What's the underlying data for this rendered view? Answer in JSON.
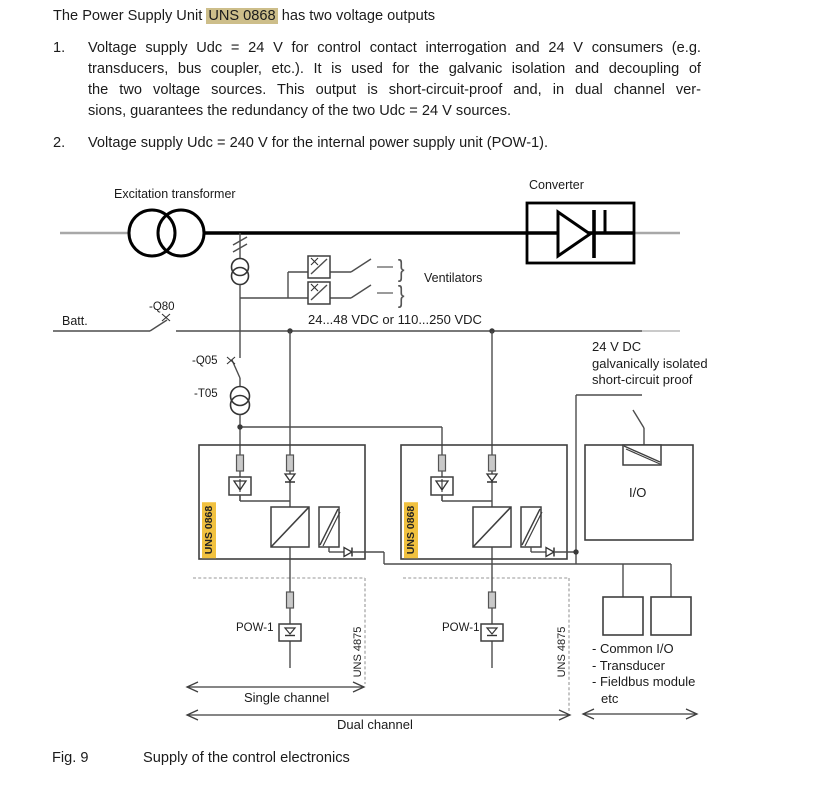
{
  "colors": {
    "highlight-bg": "#cdbe8a",
    "uns-label-bg": "#f1c13f",
    "text": "#1b1b1b"
  },
  "intro": {
    "pre": "The Power Supply Unit ",
    "highlight": "UNS 0868",
    "post": " has two voltage outputs"
  },
  "list": {
    "item1": {
      "num": "1.",
      "line1": "Voltage supply Udc = 24 V for control contact interrogation and 24 V consumers (e.g.",
      "line2": "transducers, bus coupler, etc.). It is used for the galvanic isolation and decoupling of",
      "line3": "the two voltage sources. This output is short-circuit-proof and, in dual channel ver-",
      "line4": "sions, guarantees the redundancy of the two Udc = 24 V sources."
    },
    "item2": {
      "num": "2.",
      "line1": "Voltage supply Udc = 240 V for the internal power supply unit (POW-1)."
    }
  },
  "diagram": {
    "excitation_transformer": "Excitation transformer",
    "converter": "Converter",
    "ventilators": "Ventilators",
    "brace": "}",
    "batt": "Batt.",
    "q80": "-Q80",
    "bus_voltage": "24...48 VDC or 110...250 VDC",
    "q05": "-Q05",
    "t05": "-T05",
    "dc24_1": "24 V DC",
    "dc24_2": "galvanically isolated",
    "dc24_3": "short-circuit proof",
    "uns0868": "UNS 0868",
    "io": "I/O",
    "pow1": "POW-1",
    "uns4875": "UNS 4875",
    "single_channel": "Single channel",
    "dual_channel": "Dual channel",
    "io_list_1": "- Common I/O",
    "io_list_2": "- Transducer",
    "io_list_3": "- Fieldbus module",
    "io_list_4": "etc"
  },
  "caption": {
    "fig": "Fig. 9",
    "text": "Supply of the control electronics"
  }
}
